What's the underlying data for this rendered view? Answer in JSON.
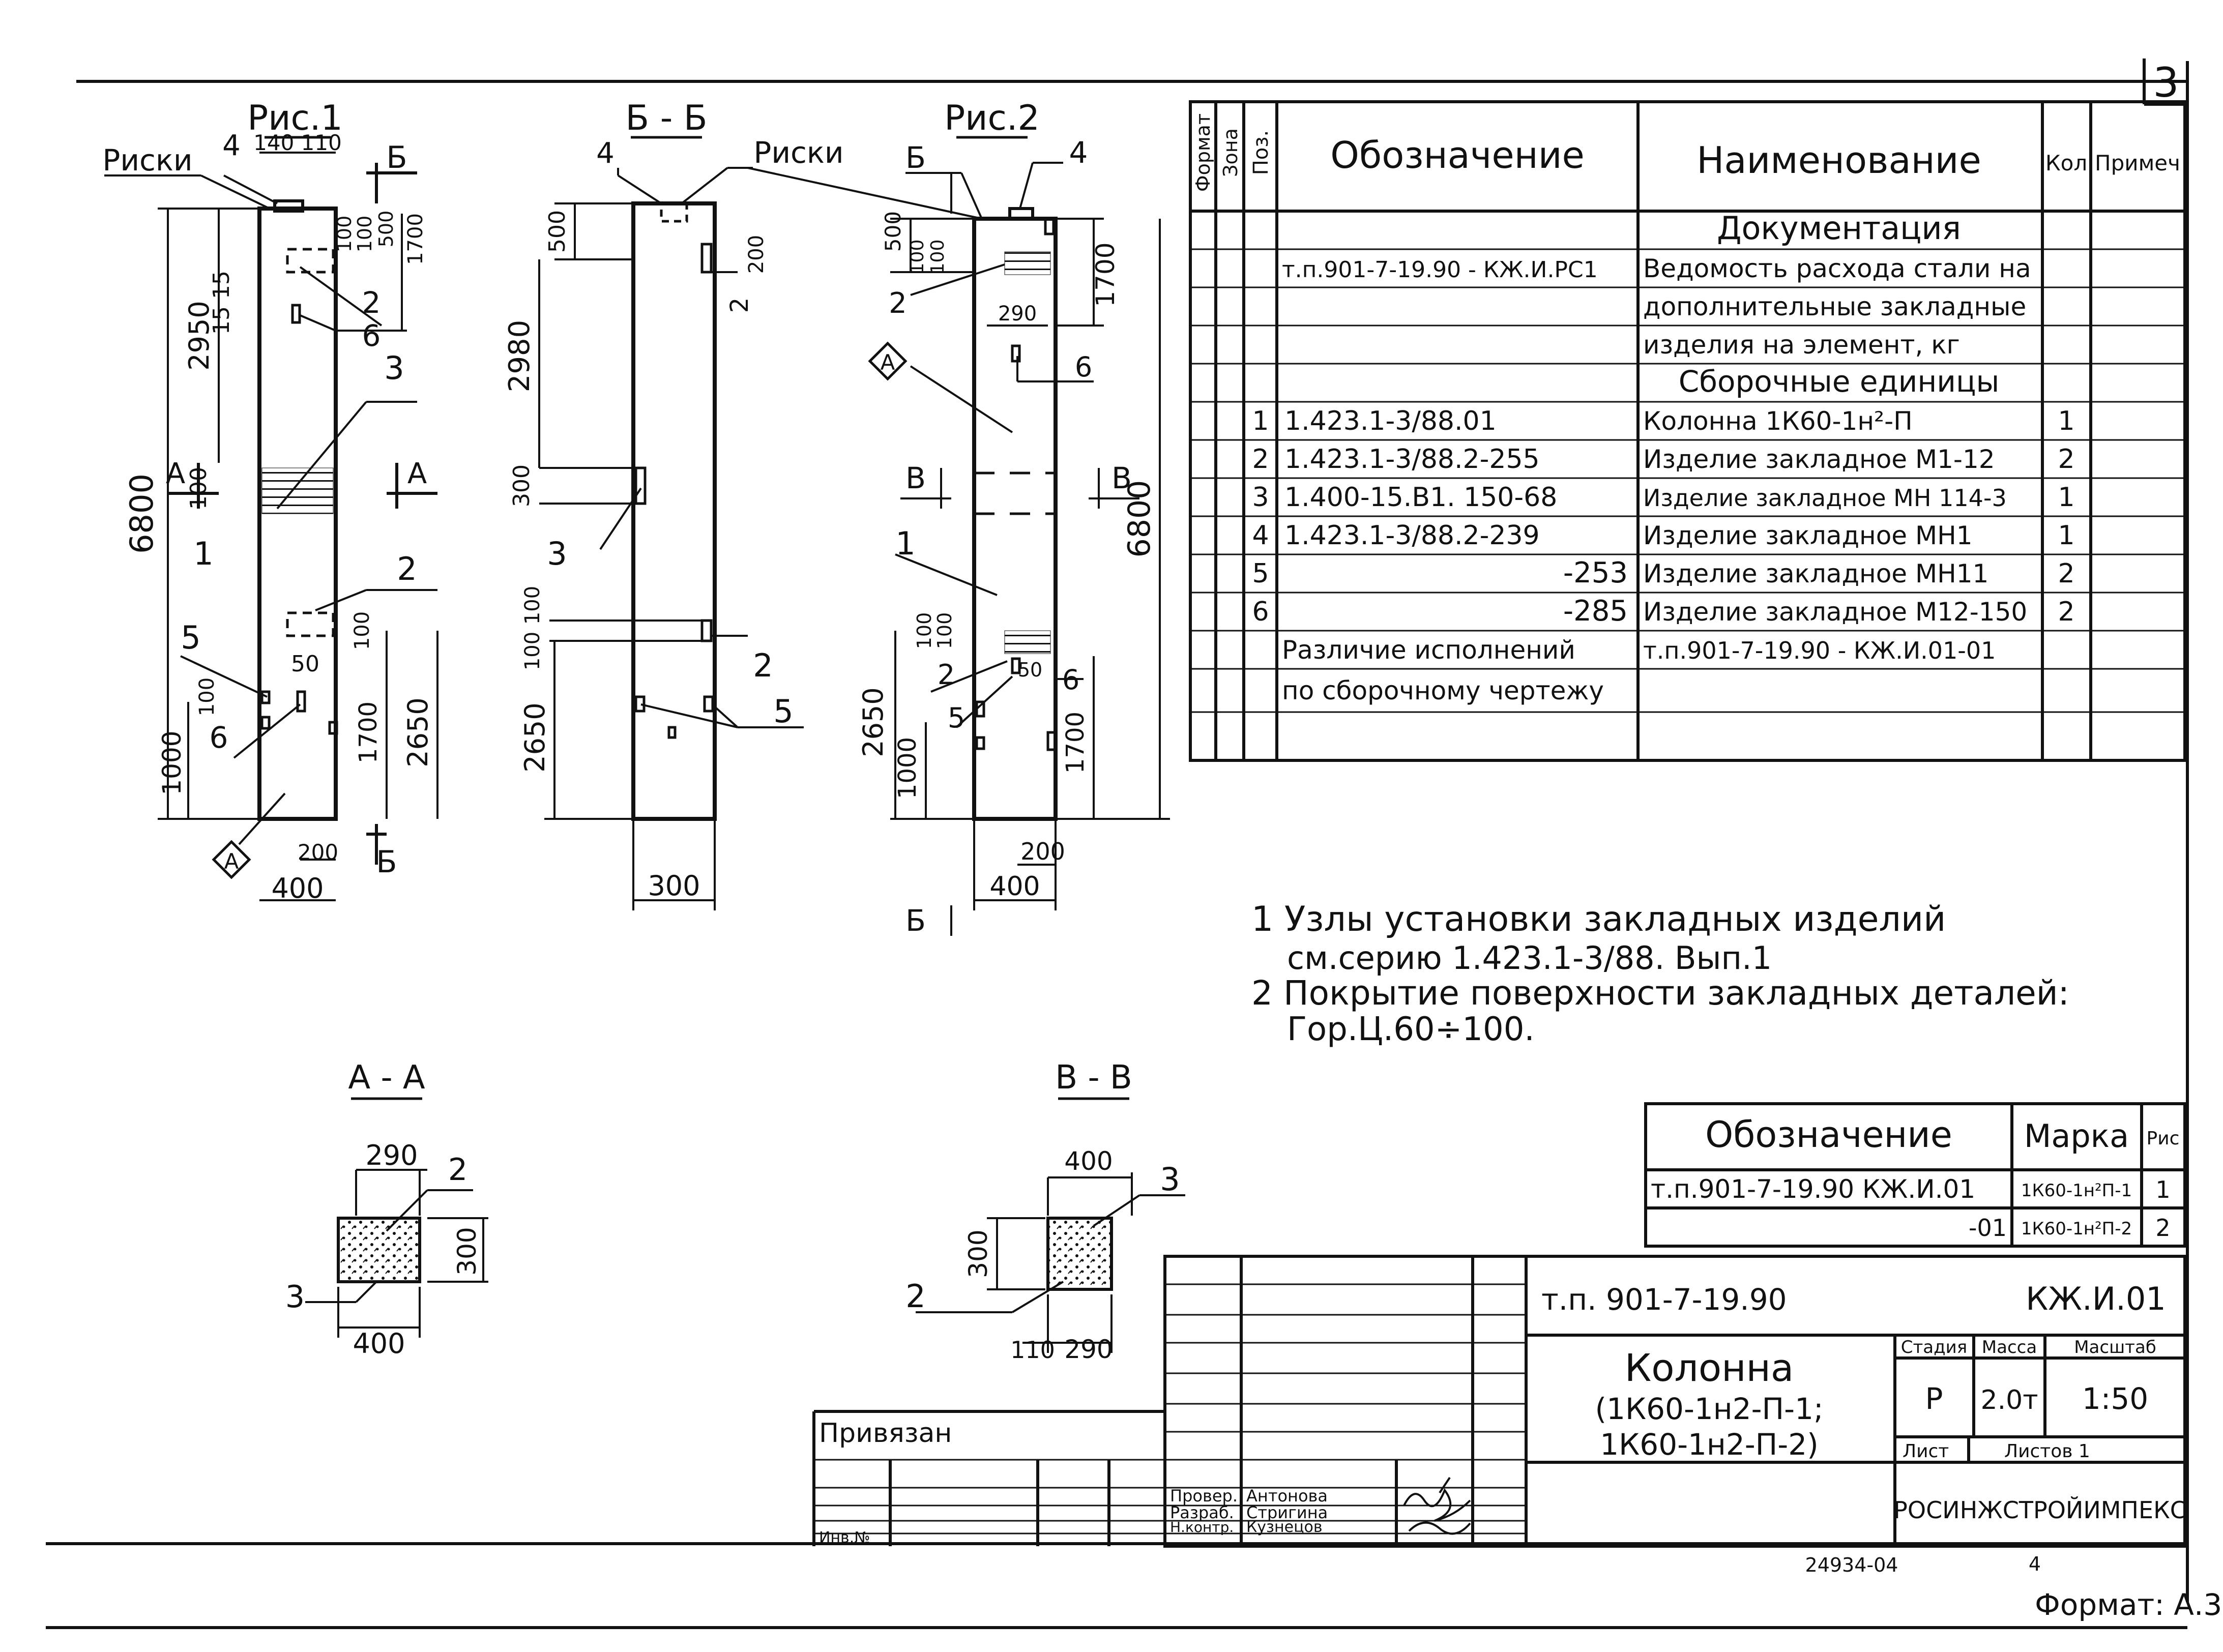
{
  "sheet_number": "3",
  "bottom_codes": {
    "inventory": "24934-04",
    "sheet_count": "4",
    "format": "Формат: А.3"
  },
  "views": {
    "fig1": {
      "title": "Рис.1",
      "section_mark": "Б",
      "section_a_mark": "А",
      "marker_label": "А",
      "labels": {
        "riski": "Риски",
        "p4": "4",
        "p2_top": "2",
        "p6_top": "6",
        "p3": "3",
        "p1": "1",
        "p2_bot": "2",
        "p5": "5",
        "p6_bot": "6"
      },
      "dims": {
        "total_h": "6800",
        "d2950": "2950",
        "d15a": "15",
        "d15b": "15",
        "d100_mid": "100",
        "d1000": "1000",
        "d100_low": "100",
        "d50": "50",
        "d140_110": "140 110",
        "d100a": "100",
        "d100b": "100",
        "d500": "500",
        "d1700_top": "1700",
        "d100c": "100",
        "d1700_bot": "1700",
        "d2650": "2650",
        "d200": "200",
        "d400": "400"
      }
    },
    "section_bb": {
      "title": "Б - Б",
      "labels": {
        "p4": "4",
        "riski": "Риски",
        "p2_top": "2",
        "p3": "3",
        "p2_bot": "2",
        "p5": "5"
      },
      "dims": {
        "d500": "500",
        "d2980": "2980",
        "d300": "300",
        "d100a": "100",
        "d100b": "100",
        "d2650": "2650",
        "d200": "200",
        "w300": "300"
      }
    },
    "fig2": {
      "title": "Рис.2",
      "section_mark": "Б",
      "section_v_mark": "В",
      "marker_label": "А",
      "labels": {
        "p4": "4",
        "p2_top": "2",
        "p6_top": "6",
        "p1": "1",
        "p2_bot": "2",
        "p5": "5",
        "p6_bot": "6"
      },
      "dims": {
        "d500": "500",
        "d100a": "100",
        "d100b": "100",
        "d290": "290",
        "d1700_top": "1700",
        "total_h": "6800",
        "d100c": "100",
        "d100d": "100",
        "d50": "50",
        "d2650": "2650",
        "d1000": "1000",
        "d1700_bot": "1700",
        "d200": "200",
        "d400": "400"
      }
    },
    "section_aa": {
      "title": "А - А",
      "labels": {
        "p2": "2",
        "p3": "3"
      },
      "dims": {
        "w290": "290",
        "h300": "300",
        "w400": "400"
      }
    },
    "section_vv": {
      "title": "В - В",
      "labels": {
        "p3": "3",
        "p2": "2"
      },
      "dims": {
        "w400": "400",
        "h300": "300",
        "w110": "110",
        "w290": "290"
      }
    }
  },
  "spec_table": {
    "headers": [
      "Формат",
      "Зона",
      "Поз.",
      "Обозначение",
      "Наименование",
      "Кол",
      "Примеч"
    ],
    "rows": [
      {
        "pos": "",
        "designation": "",
        "name": "Документация",
        "qty": "",
        "section": true
      },
      {
        "pos": "",
        "designation": "т.п.901-7-19.90 - КЖ.И.РС1",
        "name": "Ведомость расхода стали на",
        "qty": ""
      },
      {
        "pos": "",
        "designation": "",
        "name": "дополнительные закладные",
        "qty": ""
      },
      {
        "pos": "",
        "designation": "",
        "name": "изделия на элемент, кг",
        "qty": ""
      },
      {
        "pos": "",
        "designation": "",
        "name": "Сборочные единицы",
        "qty": "",
        "section": true
      },
      {
        "pos": "1",
        "designation": "1.423.1-3/88.01",
        "name": "Колонна 1К60-1н²-П",
        "qty": "1"
      },
      {
        "pos": "2",
        "designation": "1.423.1-3/88.2-255",
        "name": "Изделие закладное М1-12",
        "qty": "2"
      },
      {
        "pos": "3",
        "designation": "1.400-15.В1. 150-68",
        "name": "Изделие закладное МН 114-3",
        "qty": "1"
      },
      {
        "pos": "4",
        "designation": "1.423.1-3/88.2-239",
        "name": "Изделие закладное МН1",
        "qty": "1"
      },
      {
        "pos": "5",
        "designation": "-253",
        "name": "Изделие закладное МН11",
        "qty": "2"
      },
      {
        "pos": "6",
        "designation": "-285",
        "name": "Изделие закладное М12-150",
        "qty": "2"
      },
      {
        "pos": "",
        "designation": "Различие исполнений",
        "name": "т.п.901-7-19.90 - КЖ.И.01-01",
        "qty": ""
      },
      {
        "pos": "",
        "designation": "по сборочному чертежу",
        "name": "",
        "qty": ""
      }
    ]
  },
  "notes": [
    "1  Узлы установки закладных изделий",
    "см.серию 1.423.1-3/88. Вып.1",
    "2  Покрытие поверхности закладных деталей:",
    "Гор.Ц.60÷100."
  ],
  "mark_table": {
    "headers": [
      "Обозначение",
      "Марка",
      "Рис"
    ],
    "rows": [
      {
        "designation": "т.п.901-7-19.90     КЖ.И.01",
        "mark": "1К60-1н²П-1",
        "fig": "1"
      },
      {
        "designation": "-01",
        "mark": "1К60-1н²П-2",
        "fig": "2"
      }
    ]
  },
  "title_block": {
    "project": "т.п. 901-7-19.90",
    "code": "КЖ.И.01",
    "name_lines": [
      "Колонна",
      "(1К60-1н2-П-1;",
      "1К60-1н2-П-2)"
    ],
    "headers": {
      "stage": "Стадия",
      "mass": "Масса",
      "scale": "Масштаб"
    },
    "stage": "Р",
    "mass": "2.0т",
    "scale": "1:50",
    "sheet_label": "Лист",
    "sheets_label": "Листов 1",
    "org": "РОСИНЖСТРОЙИМПЕКС",
    "roles": [
      {
        "role": "Провер.",
        "name": "Антонова"
      },
      {
        "role": "Разраб.",
        "name": "Стригина"
      },
      {
        "role": "Н.контр.",
        "name": "Кузнецов"
      }
    ],
    "privyazan": "Привязан",
    "inv_label": "Инв.№"
  }
}
